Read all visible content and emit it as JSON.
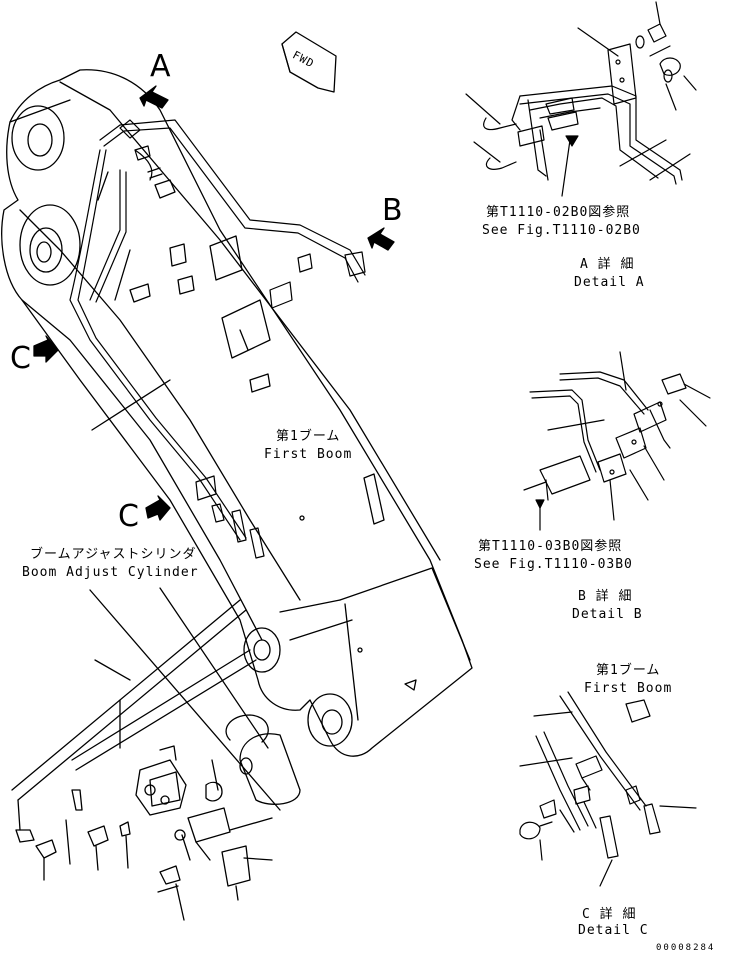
{
  "detail_labels": {
    "view_a": "A",
    "view_b": "B",
    "view_c_upper": "C",
    "view_c_lower": "C"
  },
  "fwd_label": "FWD",
  "boom_label": {
    "jp": "第1ブーム",
    "en": "First Boom"
  },
  "cylinder_label": {
    "jp": "ブームアジャストシリンダ",
    "en": "Boom Adjust Cylinder"
  },
  "detail_a": {
    "ref_jp": "第T1110-02B0図参照",
    "ref_en": "See Fig.T1110-02B0",
    "title_jp": "A 詳 細",
    "title_en": "Detail A"
  },
  "detail_b": {
    "ref_jp": "第T1110-03B0図参照",
    "ref_en": "See Fig.T1110-03B0",
    "title_jp": "B 詳 細",
    "title_en": "Detail B"
  },
  "detail_c": {
    "boom_jp": "第1ブーム",
    "boom_en": "First Boom",
    "title_jp": "C 詳 細",
    "title_en": "Detail C"
  },
  "document_number": "00008284",
  "colors": {
    "line": "#000000",
    "background": "#ffffff"
  }
}
